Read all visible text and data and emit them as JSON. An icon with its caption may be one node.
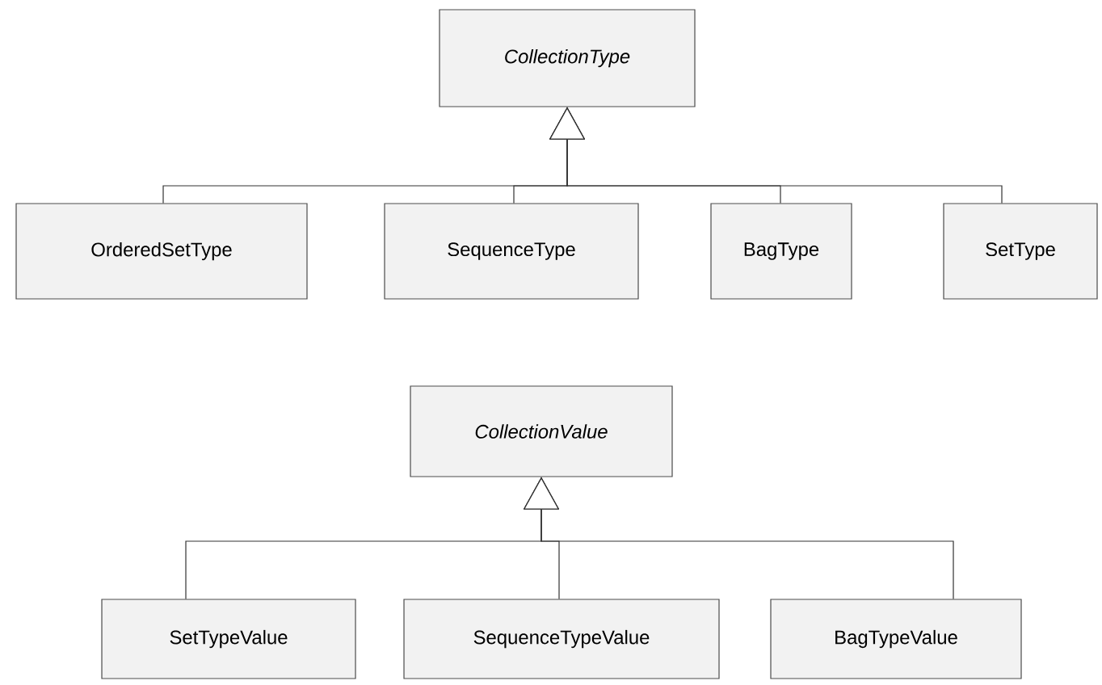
{
  "diagram": {
    "nodes": [
      {
        "text": [
          "CollectionType"
        ]
      },
      {
        "text": [
          "OrderedSetType"
        ]
      },
      {
        "text": [
          "SequenceType"
        ]
      },
      {
        "text": [
          "BagType"
        ]
      },
      {
        "text": [
          "SetType"
        ]
      },
      {
        "text": [
          "CollectionValue"
        ]
      },
      {
        "text": [
          "SetTypeValue"
        ]
      },
      {
        "text": [
          "SequenceTypeValue"
        ]
      },
      {
        "text": [
          "BagTypeValue"
        ]
      }
    ],
    "edges": [
      {
        "from": 1,
        "to": 0,
        "arrow": "to"
      },
      {
        "from": 2,
        "to": 0,
        "arrow": "to"
      },
      {
        "from": 3,
        "to": 0,
        "arrow": "to"
      },
      {
        "from": 4,
        "to": 0,
        "arrow": "to"
      },
      {
        "from": 6,
        "to": 5,
        "arrow": "to"
      },
      {
        "from": 7,
        "to": 5,
        "arrow": "to"
      },
      {
        "from": 8,
        "to": 5,
        "arrow": "to"
      }
    ]
  }
}
